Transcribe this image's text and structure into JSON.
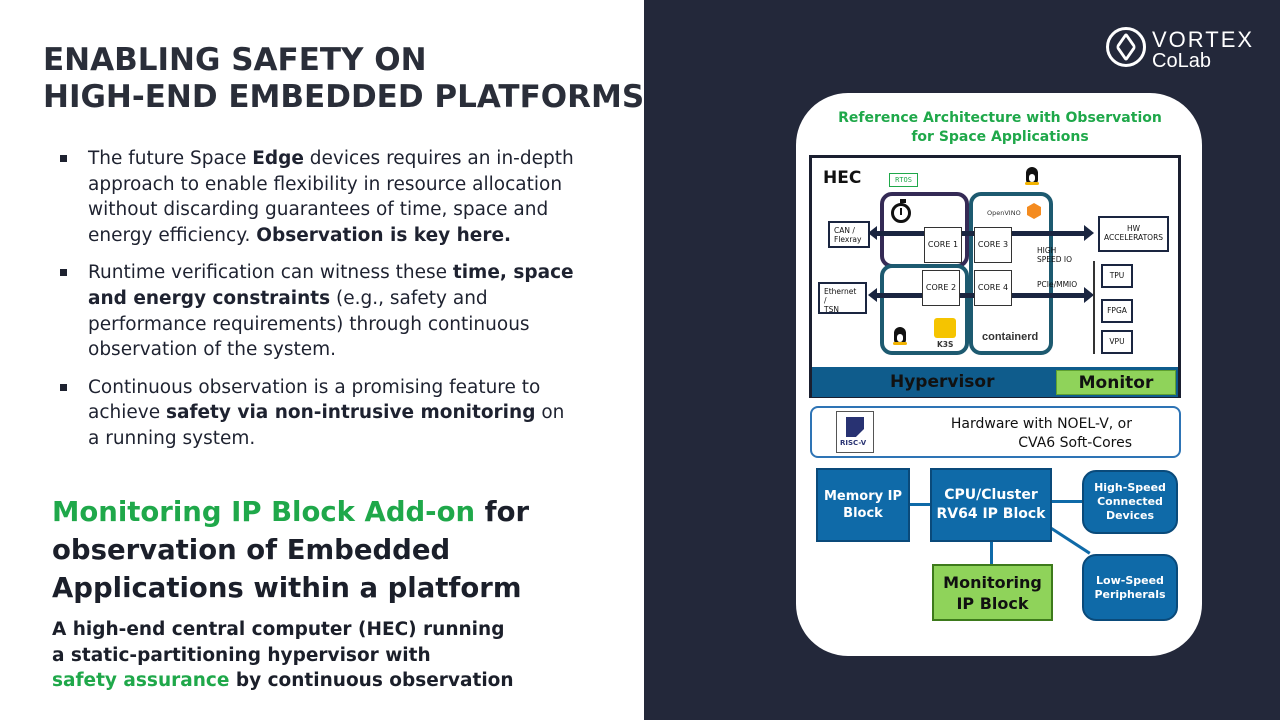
{
  "slide": {
    "title_line1": "ENABLING SAFETY ON",
    "title_line2": "HIGH-END EMBEDDED PLATFORMS",
    "bullets": [
      {
        "t1": "The future Space ",
        "b1": "Edge",
        "t2": " devices requires an in-depth approach to enable flexibility in resource allocation without discarding guarantees of time, space and energy efficiency. ",
        "b2": "Observation is key here."
      },
      {
        "t1": "Runtime verification can witness these ",
        "b1": "time, space and energy constraints",
        "t2": " (e.g., safety and performance requirements) through continuous observation of the system."
      },
      {
        "t1": "Continuous observation is a promising feature to achieve ",
        "b1": "safety via non-intrusive monitoring",
        "t2": " on a running system."
      }
    ],
    "headline_green": "Monitoring IP Block Add-on",
    "headline_rest": " for observation of Embedded Applications within a platform",
    "sub_line1": "A high-end central computer (HEC) running",
    "sub_line2": "a static-partitioning hypervisor with",
    "sub_green": "safety assurance",
    "sub_rest": " by continuous observation"
  },
  "logo": {
    "line1": "VORTEX",
    "line2": "CoLab"
  },
  "diagram": {
    "title_line1": "Reference Architecture with Observation",
    "title_line2": "for Space Applications",
    "hec_label": "HEC",
    "rtos_label": "RTOS",
    "openvino_label": "OpenVINO",
    "cores": [
      "CORE 1",
      "CORE 2",
      "CORE 3",
      "CORE 4"
    ],
    "can_label_1": "CAN /",
    "can_label_2": "Flexray",
    "eth_label_1": "Ethernet /",
    "eth_label_2": "TSN",
    "hs_io_1": "HIGH",
    "hs_io_2": "SPEED IO",
    "pcie_label": "PCIe/MMIO",
    "hw_acc_1": "HW",
    "hw_acc_2": "ACCELERATORS",
    "accelerators": [
      "TPU",
      "FPGA",
      "VPU"
    ],
    "k3s_label": "K3S",
    "containerd_label": "containerd",
    "hypervisor_label": "Hypervisor",
    "monitor_label": "Monitor",
    "hw_line1": "Hardware with NOEL-V, or",
    "hw_line2": "CVA6 Soft-Cores",
    "riscv_label": "RISC-V",
    "memory_block": "Memory IP Block",
    "cpu_block": "CPU/Cluster RV64 IP Block",
    "monitoring_block": "Monitoring IP Block",
    "hs_devices": "High-Speed Connected Devices",
    "ls_peripherals": "Low-Speed Peripherals"
  },
  "colors": {
    "dark_panel": "#23283a",
    "accent_green": "#1fa84a",
    "block_blue": "#0f6aa8",
    "monitor_green": "#8fd35a"
  }
}
